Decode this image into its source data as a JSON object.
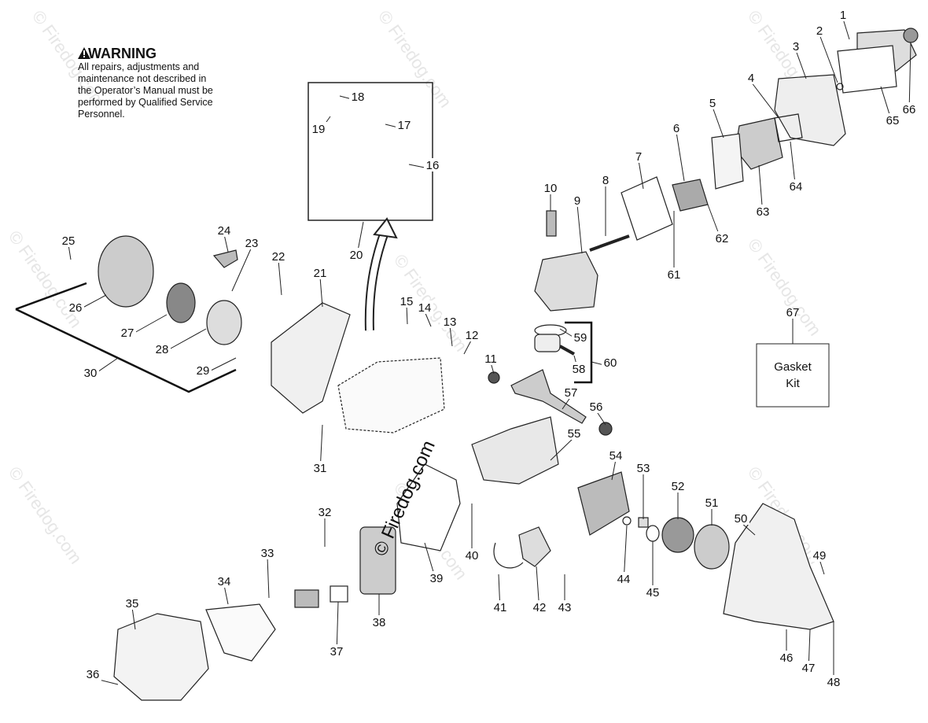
{
  "warning": {
    "title": "WARNING",
    "body": "All repairs, adjustments and\nmaintenance not described in\nthe Operator’s Manual must be\nperformed by Qualified Service\nPersonnel."
  },
  "gasket_kit": {
    "label": "Gasket\nKit",
    "number": "67"
  },
  "copyright_stamp": "© Firedog.com",
  "watermark": "© Firedog.com",
  "parts": [
    {
      "id": "1",
      "label": "1"
    },
    {
      "id": "2",
      "label": "2"
    },
    {
      "id": "3",
      "label": "3"
    },
    {
      "id": "4",
      "label": "4"
    },
    {
      "id": "5",
      "label": "5"
    },
    {
      "id": "6",
      "label": "6"
    },
    {
      "id": "7",
      "label": "7"
    },
    {
      "id": "8",
      "label": "8"
    },
    {
      "id": "9",
      "label": "9"
    },
    {
      "id": "10",
      "label": "10"
    },
    {
      "id": "11",
      "label": "11"
    },
    {
      "id": "12",
      "label": "12"
    },
    {
      "id": "13",
      "label": "13"
    },
    {
      "id": "14",
      "label": "14"
    },
    {
      "id": "15",
      "label": "15"
    },
    {
      "id": "16",
      "label": "16"
    },
    {
      "id": "17",
      "label": "17"
    },
    {
      "id": "18",
      "label": "18"
    },
    {
      "id": "19",
      "label": "19"
    },
    {
      "id": "20",
      "label": "20"
    },
    {
      "id": "21",
      "label": "21"
    },
    {
      "id": "22",
      "label": "22"
    },
    {
      "id": "23",
      "label": "23"
    },
    {
      "id": "24",
      "label": "24"
    },
    {
      "id": "25",
      "label": "25"
    },
    {
      "id": "26",
      "label": "26"
    },
    {
      "id": "27",
      "label": "27"
    },
    {
      "id": "28",
      "label": "28"
    },
    {
      "id": "29",
      "label": "29"
    },
    {
      "id": "30",
      "label": "30"
    },
    {
      "id": "31",
      "label": "31"
    },
    {
      "id": "32",
      "label": "32"
    },
    {
      "id": "33",
      "label": "33"
    },
    {
      "id": "34",
      "label": "34"
    },
    {
      "id": "35",
      "label": "35"
    },
    {
      "id": "36",
      "label": "36"
    },
    {
      "id": "37",
      "label": "37"
    },
    {
      "id": "38",
      "label": "38"
    },
    {
      "id": "39",
      "label": "39"
    },
    {
      "id": "40",
      "label": "40"
    },
    {
      "id": "41",
      "label": "41"
    },
    {
      "id": "42",
      "label": "42"
    },
    {
      "id": "43",
      "label": "43"
    },
    {
      "id": "44",
      "label": "44"
    },
    {
      "id": "45",
      "label": "45"
    },
    {
      "id": "46",
      "label": "46"
    },
    {
      "id": "47",
      "label": "47"
    },
    {
      "id": "48",
      "label": "48"
    },
    {
      "id": "49",
      "label": "49"
    },
    {
      "id": "50",
      "label": "50"
    },
    {
      "id": "51",
      "label": "51"
    },
    {
      "id": "52",
      "label": "52"
    },
    {
      "id": "53",
      "label": "53"
    },
    {
      "id": "54",
      "label": "54"
    },
    {
      "id": "55",
      "label": "55"
    },
    {
      "id": "56",
      "label": "56"
    },
    {
      "id": "57",
      "label": "57"
    },
    {
      "id": "58",
      "label": "58"
    },
    {
      "id": "59",
      "label": "59"
    },
    {
      "id": "60",
      "label": "60"
    },
    {
      "id": "61",
      "label": "61"
    },
    {
      "id": "62",
      "label": "62"
    },
    {
      "id": "63",
      "label": "63"
    },
    {
      "id": "64",
      "label": "64"
    },
    {
      "id": "65",
      "label": "65"
    },
    {
      "id": "66",
      "label": "66"
    }
  ]
}
